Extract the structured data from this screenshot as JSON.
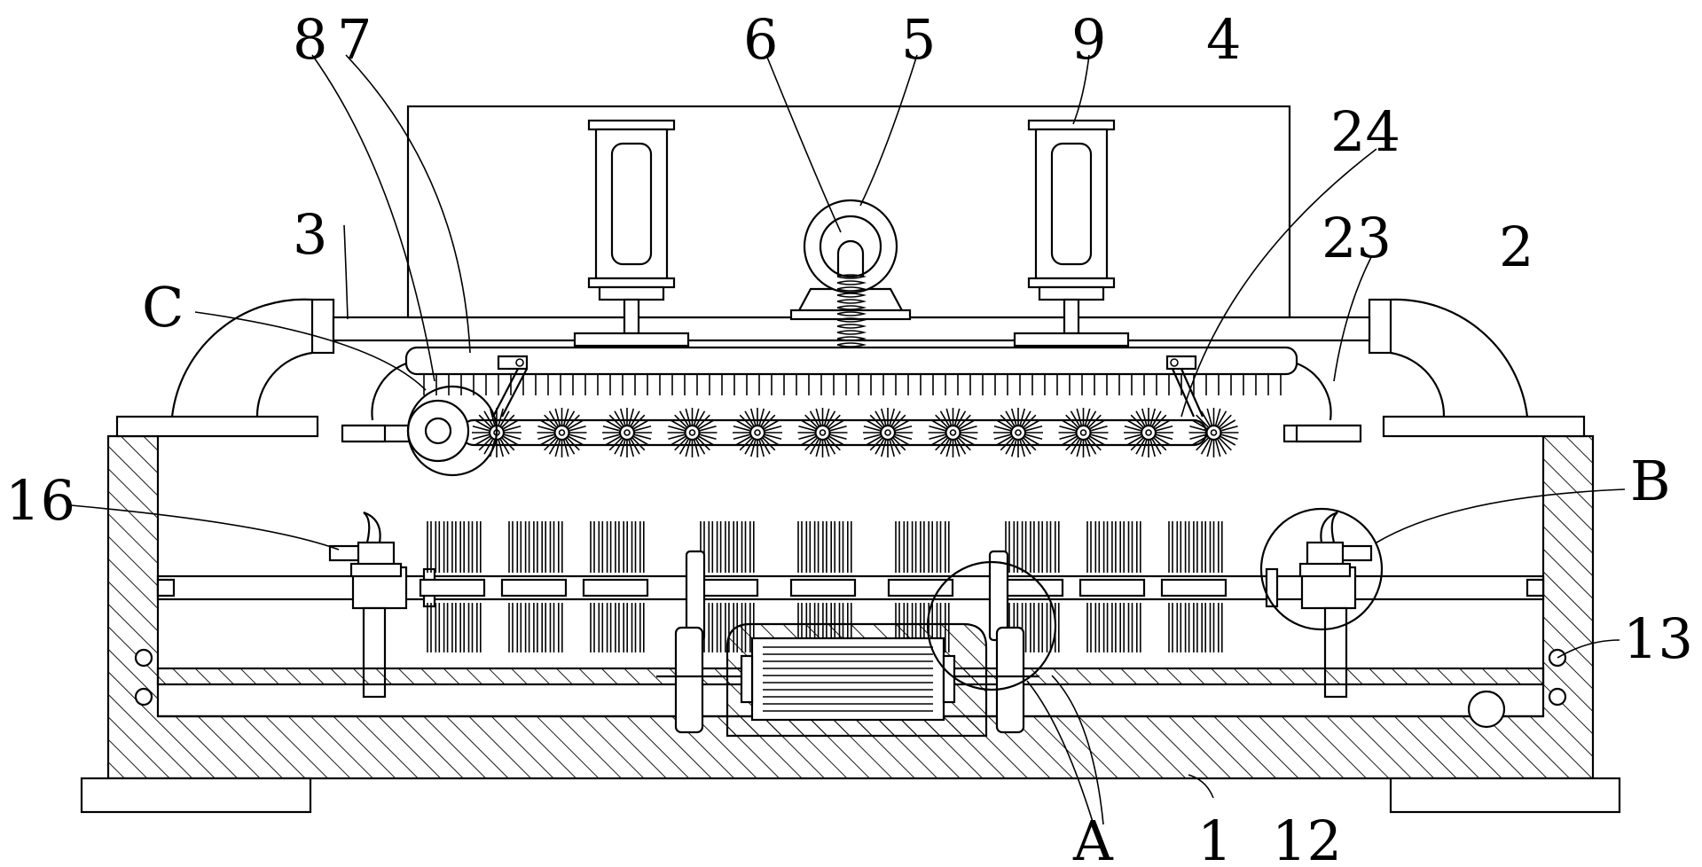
{
  "figure": {
    "labels": {
      "l1": "1",
      "l2": "2",
      "l3": "3",
      "l4": "4",
      "l5": "5",
      "l6": "6",
      "l7": "7",
      "l8": "8",
      "l9": "9",
      "l12": "12",
      "l13": "13",
      "l16": "16",
      "l23": "23",
      "l24": "24",
      "lA": "A",
      "lB": "B",
      "lC": "C"
    }
  }
}
